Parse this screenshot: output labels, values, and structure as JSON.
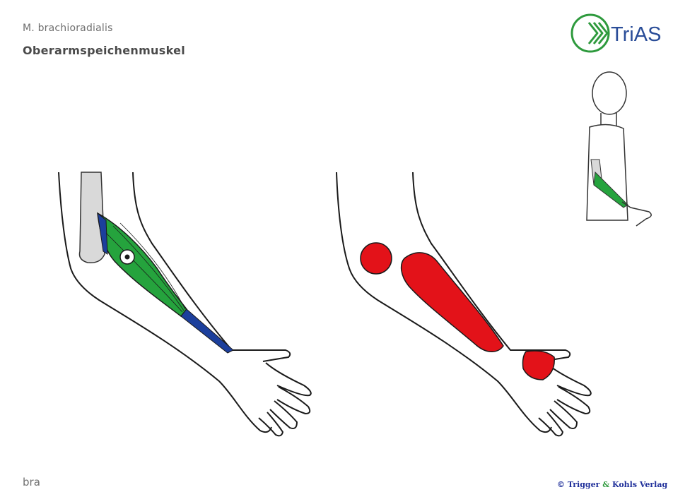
{
  "header": {
    "subtitle": "M. brachioradialis",
    "title": "Oberarmspeichenmuskel"
  },
  "footer": {
    "code": "bra",
    "copyright_prefix": "© Trigger",
    "copyright_amp": "&",
    "copyright_suffix": "Kohls Verlag"
  },
  "logo": {
    "text": "TriAS"
  },
  "colors": {
    "muscle": "#25a33d",
    "tendon": "#1c3f9c",
    "pain_zone": "#e31219",
    "bone": "#d9d9d9",
    "logo_green": "#2e9a3d",
    "logo_blue": "#2a4d98",
    "text_gray": "#6f6f6f",
    "copyright": "#1f2f9a"
  },
  "icons": [
    "trias-logo-icon",
    "trigger-point-icon"
  ]
}
